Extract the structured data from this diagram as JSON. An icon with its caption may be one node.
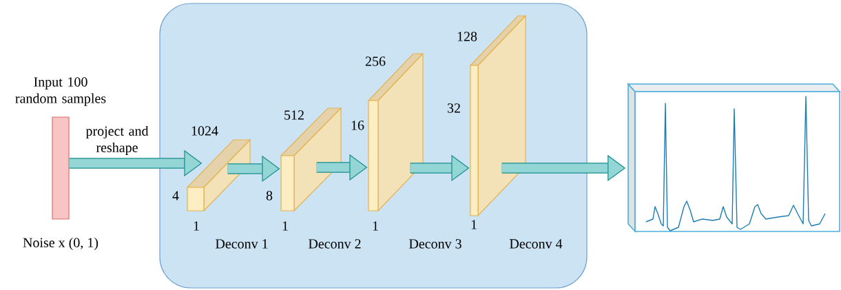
{
  "diagram": {
    "nodes": [
      {
        "text": [],
        "shape": "box"
      },
      {
        "text": [
          "Input 100 random samples"
        ],
        "beside": [
          "Noise x (0, 1)"
        ]
      },
      {
        "text": [],
        "shape": "box",
        "in": 0,
        "beside": [
          "1024",
          "4",
          "1"
        ]
      },
      {
        "text": [],
        "shape": "box",
        "in": 0,
        "beside": [
          "512",
          "8",
          "1"
        ]
      },
      {
        "text": [],
        "shape": "box",
        "in": 0,
        "beside": [
          "256",
          "16",
          "1"
        ]
      },
      {
        "text": [],
        "shape": "box",
        "in": 0,
        "beside": [
          "128",
          "32",
          "1"
        ]
      },
      {
        "text": [],
        "shape": "picture"
      }
    ],
    "edges": [
      {
        "from": 1,
        "to": 2,
        "arrow": "to",
        "label": "project and reshape"
      },
      {
        "from": 2,
        "to": 3,
        "arrow": "to"
      },
      {
        "from": 3,
        "to": 4,
        "arrow": "to"
      },
      {
        "from": 4,
        "to": 5,
        "arrow": "to"
      },
      {
        "from": 5,
        "to": 6,
        "arrow": "to"
      }
    ],
    "labels": [
      "Deconv 1",
      "Deconv 2",
      "Deconv 3",
      "Deconv 4"
    ]
  }
}
